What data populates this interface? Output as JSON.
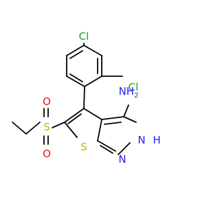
{
  "atoms": {
    "cl_top": "Cl",
    "cl_right": "Cl",
    "nh2": "NH",
    "nh2_sub": "2",
    "nh": "N",
    "h": "H",
    "n": "N",
    "s_ring": "S",
    "s_sulfonyl": "S",
    "o_top": "O",
    "o_bottom": "O"
  },
  "colors": {
    "chlorine": "#1f9a1f",
    "nitrogen": "#2222ee",
    "sulfur": "#c8b400",
    "oxygen": "#ee1111",
    "bond": "#000000"
  }
}
